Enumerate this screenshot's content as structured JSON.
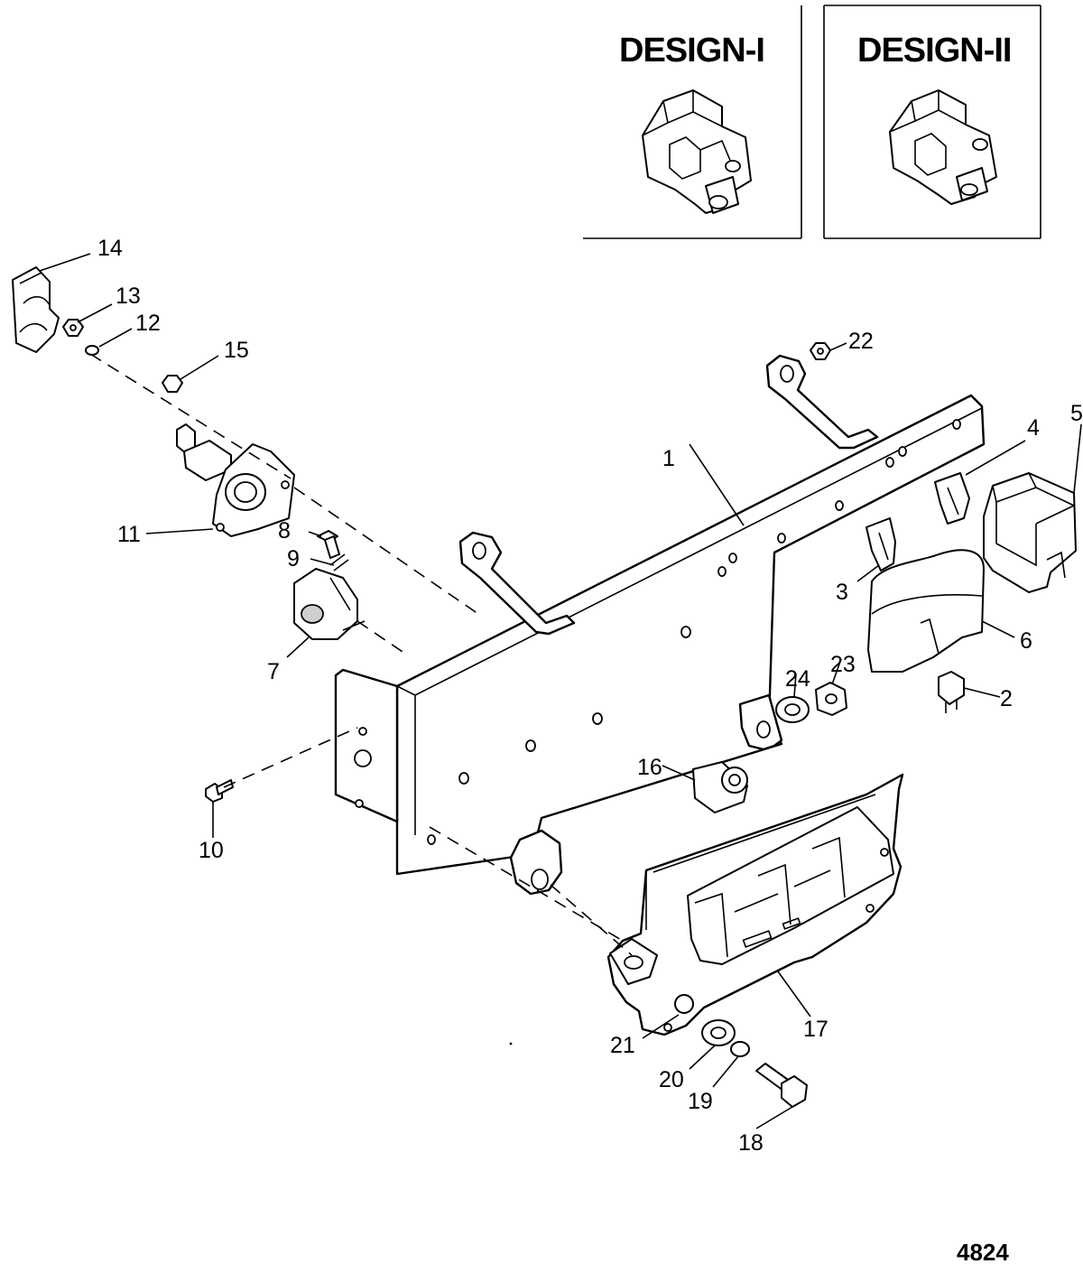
{
  "design_panels": [
    {
      "id": "design-1",
      "title": "DESIGN-I"
    },
    {
      "id": "design-2",
      "title": "DESIGN-II"
    }
  ],
  "figure_number": "4824",
  "callouts": [
    {
      "n": "1"
    },
    {
      "n": "2"
    },
    {
      "n": "3"
    },
    {
      "n": "4"
    },
    {
      "n": "5"
    },
    {
      "n": "6"
    },
    {
      "n": "7"
    },
    {
      "n": "8"
    },
    {
      "n": "9"
    },
    {
      "n": "10"
    },
    {
      "n": "11"
    },
    {
      "n": "12"
    },
    {
      "n": "13"
    },
    {
      "n": "14"
    },
    {
      "n": "15"
    },
    {
      "n": "16"
    },
    {
      "n": "17"
    },
    {
      "n": "18"
    },
    {
      "n": "19"
    },
    {
      "n": "20"
    },
    {
      "n": "21"
    },
    {
      "n": "22"
    },
    {
      "n": "23"
    },
    {
      "n": "24"
    }
  ]
}
